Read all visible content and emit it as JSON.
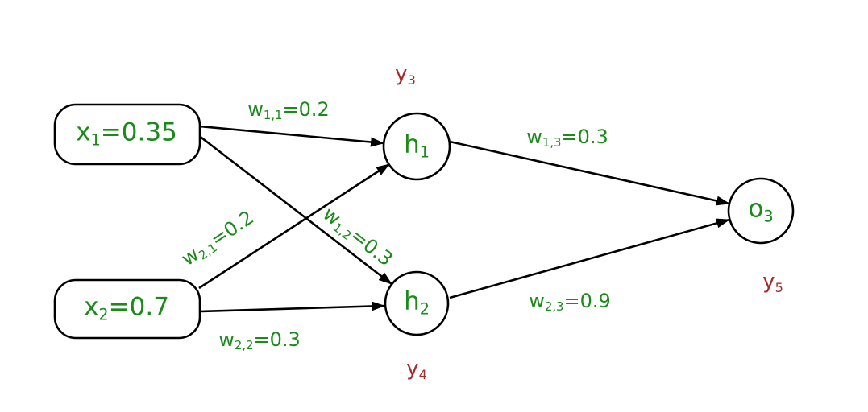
{
  "diagram": {
    "type": "neural-network",
    "colors": {
      "edge": "#000000",
      "node_fill": "#ffffff",
      "node_stroke": "#000000",
      "weight_text_green": "#1b8a1b",
      "output_text_red": "#a52a2a"
    },
    "nodes": {
      "x1": {
        "base": "x",
        "sub": "1",
        "value": "=0.35"
      },
      "x2": {
        "base": "x",
        "sub": "2",
        "value": "=0.7"
      },
      "h1": {
        "base": "h",
        "sub": "1"
      },
      "h2": {
        "base": "h",
        "sub": "2"
      },
      "o3": {
        "base": "o",
        "sub": "3"
      }
    },
    "output_labels": {
      "y3": {
        "base": "y",
        "sub": "3"
      },
      "y4": {
        "base": "y",
        "sub": "4"
      },
      "y5": {
        "base": "y",
        "sub": "5"
      }
    },
    "weight_labels": {
      "w11": {
        "base": "w",
        "sub": "1,1",
        "value": "=0.2"
      },
      "w21": {
        "base": "w",
        "sub": "2,1",
        "value": "=0.2"
      },
      "w12": {
        "base": "w",
        "sub": "1,2",
        "value": "=0.3"
      },
      "w22": {
        "base": "w",
        "sub": "2,2",
        "value": "=0.3"
      },
      "w13": {
        "base": "w",
        "sub": "1,3",
        "value": "=0.3"
      },
      "w23": {
        "base": "w",
        "sub": "2,3",
        "value": "=0.9"
      }
    }
  }
}
